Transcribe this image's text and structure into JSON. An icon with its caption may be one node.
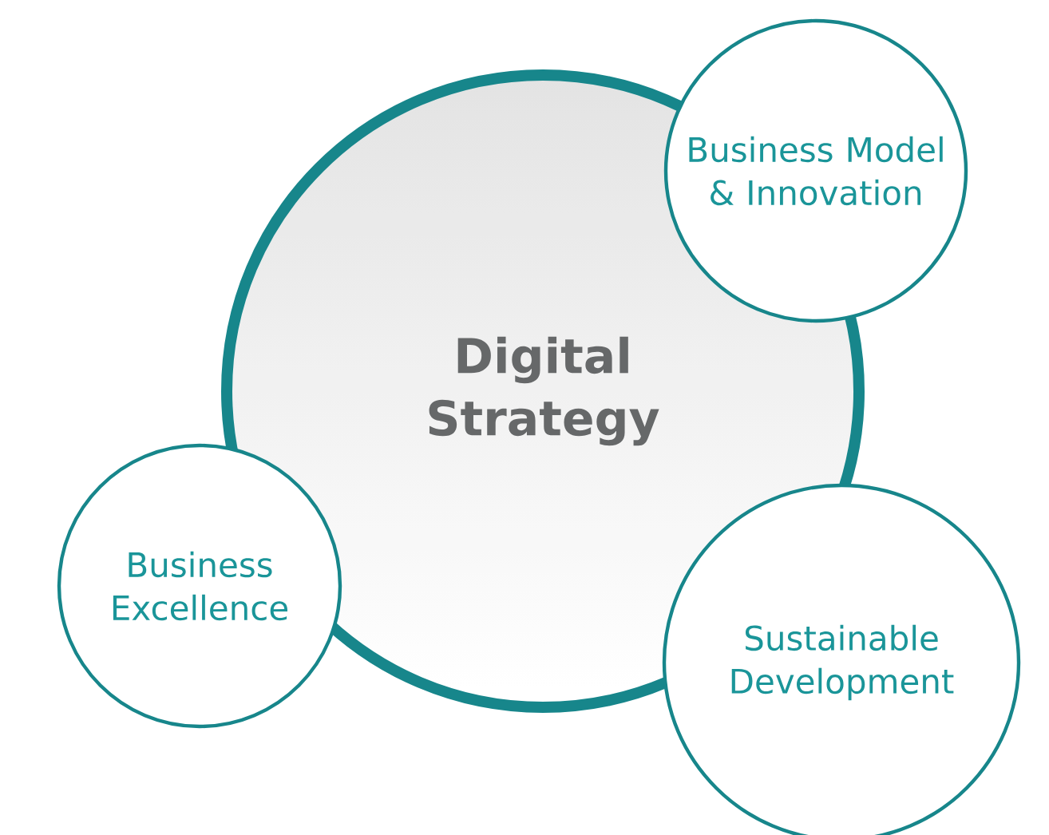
{
  "diagram": {
    "nodes": [
      {
        "text": [
          "Digital Strategy"
        ]
      },
      {
        "text": [
          "Business Model & Innovation"
        ]
      },
      {
        "text": [
          "Business Excellence"
        ]
      },
      {
        "text": [
          "Sustainable Development"
        ]
      }
    ]
  }
}
